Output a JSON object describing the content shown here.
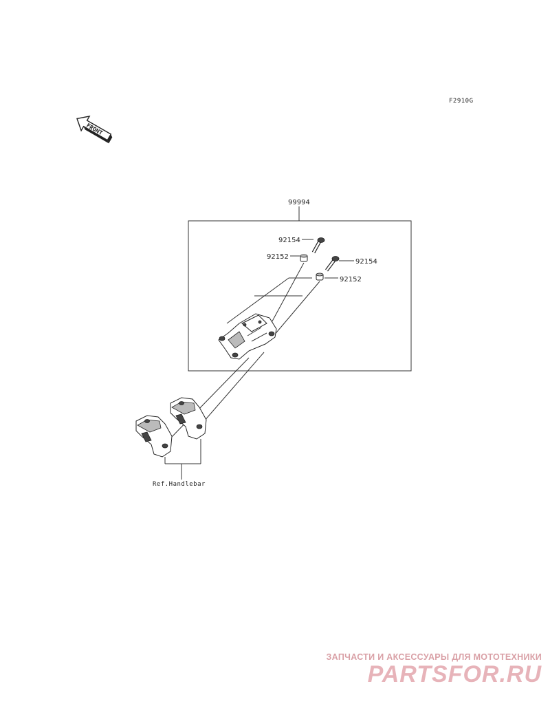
{
  "figure_code": "F2910G",
  "front_marker": "FRONT",
  "assembly": {
    "part_number": "99994"
  },
  "callouts": [
    {
      "id": "bolt-upper-left",
      "part_number": "92154"
    },
    {
      "id": "collar-upper-left",
      "part_number": "92152"
    },
    {
      "id": "bolt-right",
      "part_number": "92154"
    },
    {
      "id": "collar-right",
      "part_number": "92152"
    }
  ],
  "reference_label": "Ref.Handlebar",
  "watermark": {
    "tagline": "ЗАПЧАСТИ И АКСЕССУАРЫ ДЛЯ МОТОТЕХНИКИ",
    "logo": "PARTSFOR.RU"
  }
}
